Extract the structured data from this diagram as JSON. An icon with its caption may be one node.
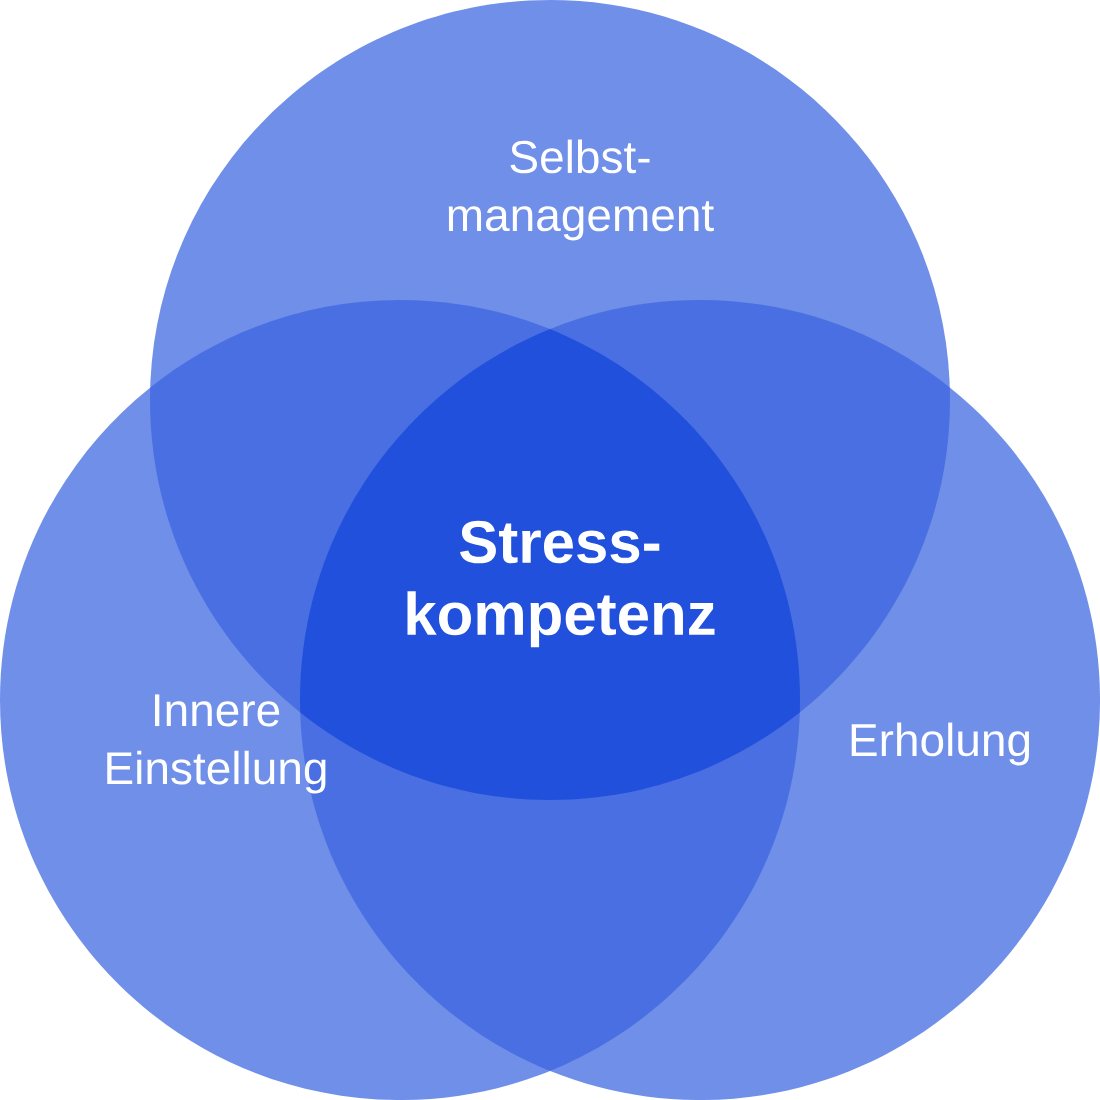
{
  "diagram": {
    "nodes": [
      {
        "text": [
          "Selbst- management"
        ]
      },
      {
        "text": [
          "Innere Einstellung"
        ]
      },
      {
        "text": [
          "Erholung"
        ]
      }
    ],
    "labels": [
      "Stress- kompetenz"
    ]
  }
}
